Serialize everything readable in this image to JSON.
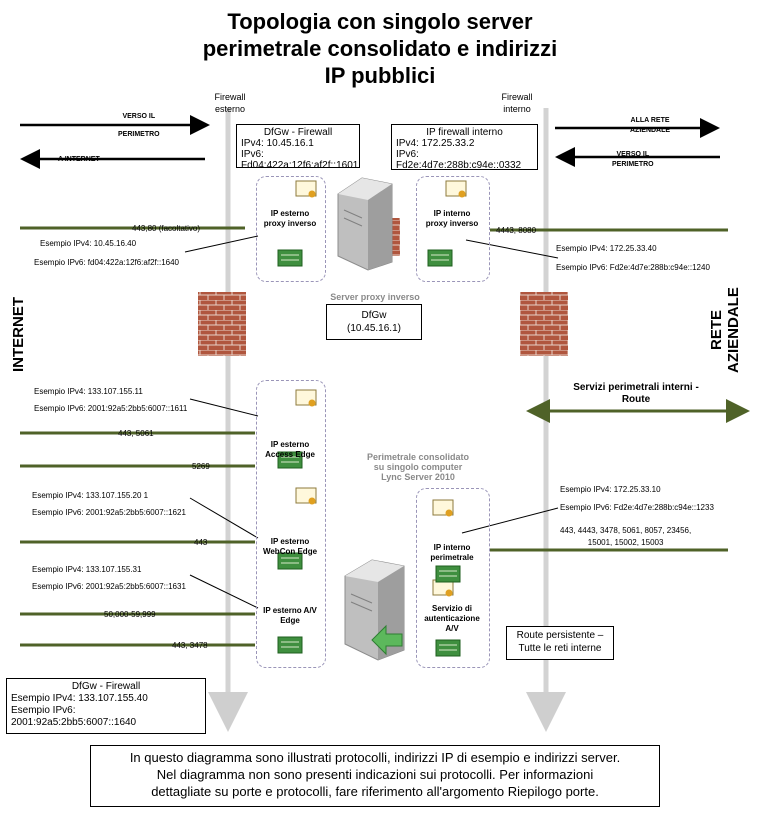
{
  "title": "Topologia con singolo server\nperimetrale consolidato e indirizzi\nIP pubblici",
  "firewall_external_label": "Firewall\nesterno",
  "firewall_internal_label": "Firewall\ninterno",
  "arrows": {
    "to_perimeter": "VERSO IL\nPERIMETRO",
    "to_internet": "A INTERNET",
    "to_corporate": "ALLA RETE\nAZIENDALE",
    "to_perimeter_right": "VERSO IL\nPERIMETRO"
  },
  "dfgw_ext_box": {
    "title": "DfGw - Firewall",
    "ipv4": "IPv4: 10.45.16.1",
    "ipv6_label": "IPv6:",
    "ipv6": "Fd04:422a:12f6:af2f::1601"
  },
  "ip_fw_int_box": {
    "title": "IP firewall interno",
    "ipv4": "IPv4: 172.25.33.2",
    "ipv6_label": "IPv6:",
    "ipv6": "Fd2e:4d7e:288b:c94e::0332"
  },
  "proxy": {
    "ext_label": "IP esterno\nproxy inverso",
    "int_label": "IP interno\nproxy inverso",
    "ext_port": "443,80 (facoltativo)",
    "int_port": "4443, 8080",
    "ext_ipv4": "Esempio IPv4: 10.45.16.40",
    "ext_ipv6": "Esempio IPv6: fd04:422a:12f6:af2f::1640",
    "int_ipv4": "Esempio IPv4: 172.25.33.40",
    "int_ipv6": "Esempio IPv6: Fd2e:4d7e:288b:c94e::1240",
    "server_label": "Server proxy inverso",
    "dfgw_box": "DfGw\n(10.45.16.1)"
  },
  "side_labels": {
    "left": "INTERNET",
    "right": "RETE\nAZIENDALE"
  },
  "edge": {
    "access_ipv4": "Esempio IPv4: 133.107.155.11",
    "access_ipv6": "Esempio IPv6: 2001:92a5:2bb5:6007::1611",
    "access_port": "443, 5061",
    "access_label": "IP esterno\nAccess Edge",
    "port_5269": "5269",
    "webcon_ipv4": "Esempio IPv4: 133.107.155.20 1",
    "webcon_ipv6": "Esempio IPv6: 2001:92a5:2bb5:6007::1621",
    "webcon_port": "443",
    "webcon_label": "IP esterno\nWebCon Edge",
    "av_ipv4": "Esempio IPv4: 133.107.155.31",
    "av_ipv6": "Esempio IPv6: 2001:92a5:2bb5:6007::1631",
    "av_port": "50,000-59,999",
    "av_label": "IP esterno A/V\nEdge",
    "port_443_3478": "443, 3478",
    "consolidated_label": "Perimetrale consolidato\nsu singolo computer\nLync Server 2010",
    "int_ipv4": "Esempio IPv4: 172.25.33.10",
    "int_ipv6": "Esempio IPv6: Fd2e:4d7e:288b:c94e::1233",
    "int_ports": "443, 4443, 3478, 5061, 8057, 23456,\n15001, 15002, 15003",
    "int_label": "IP interno\nperimetrale",
    "av_auth_label": "Servizio di\nautenticazione\nA/V",
    "internal_services": "Servizi perimetrali interni -\nRoute",
    "persistent_route": "Route persistente –\nTutte le reti interne"
  },
  "dfgw_bottom": {
    "title": "DfGw - Firewall",
    "ipv4": "Esempio IPv4: 133.107.155.40",
    "ipv6_label": "Esempio IPv6:",
    "ipv6": "2001:92a5:2bb5:6007::1640"
  },
  "footer": "In questo diagramma sono illustrati protocolli, indirizzi IP di esempio e indirizzi server.\nNel diagramma non sono presenti indicazioni sui protocolli. Per informazioni\ndettagliate su porte e protocolli, fare riferimento all'argomento Riepilogo porte.",
  "colors": {
    "green_line": "#4f6228",
    "fw_pole": "#d9d9d9",
    "zone_border": "#9a95b8",
    "brick": "#b0563e"
  }
}
